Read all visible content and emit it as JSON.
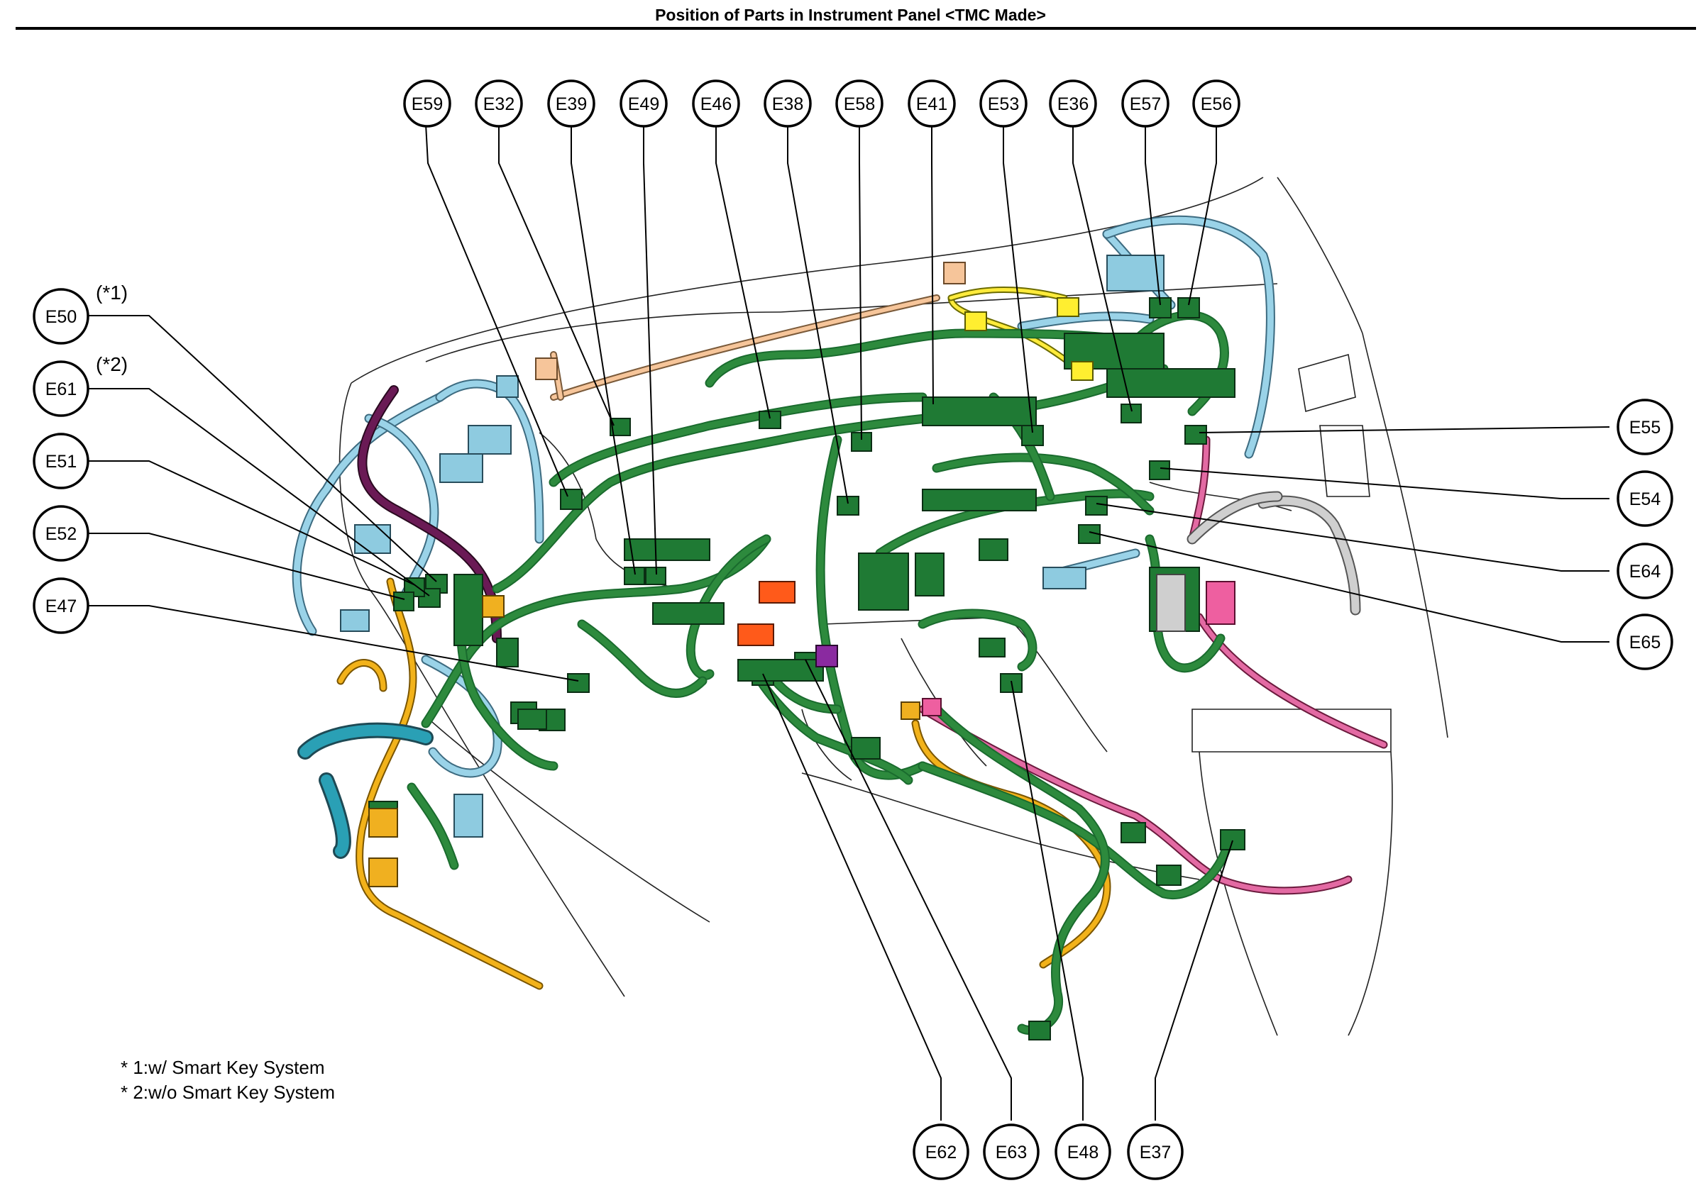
{
  "title": "Position of Parts in Instrument Panel <TMC Made>",
  "callouts": [
    {
      "id": "E59",
      "label": "E59"
    },
    {
      "id": "E32",
      "label": "E32"
    },
    {
      "id": "E39",
      "label": "E39"
    },
    {
      "id": "E49",
      "label": "E49"
    },
    {
      "id": "E46",
      "label": "E46"
    },
    {
      "id": "E38",
      "label": "E38"
    },
    {
      "id": "E58",
      "label": "E58"
    },
    {
      "id": "E41",
      "label": "E41"
    },
    {
      "id": "E53",
      "label": "E53"
    },
    {
      "id": "E36",
      "label": "E36"
    },
    {
      "id": "E57",
      "label": "E57"
    },
    {
      "id": "E56",
      "label": "E56"
    },
    {
      "id": "E50",
      "label": "E50"
    },
    {
      "id": "E61",
      "label": "E61"
    },
    {
      "id": "E51",
      "label": "E51"
    },
    {
      "id": "E52",
      "label": "E52"
    },
    {
      "id": "E47",
      "label": "E47"
    },
    {
      "id": "E55",
      "label": "E55"
    },
    {
      "id": "E54",
      "label": "E54"
    },
    {
      "id": "E64",
      "label": "E64"
    },
    {
      "id": "E65",
      "label": "E65"
    },
    {
      "id": "E62",
      "label": "E62"
    },
    {
      "id": "E63",
      "label": "E63"
    },
    {
      "id": "E48",
      "label": "E48"
    },
    {
      "id": "E37",
      "label": "E37"
    }
  ],
  "variant_marks": {
    "star1": "(*1)",
    "star2": "(*2)"
  },
  "notes": [
    "* 1:w/ Smart Key System",
    "* 2:w/o Smart Key System"
  ],
  "colors": {
    "harness_main": "#1f7a34",
    "harness_blue": "#8ecbe0",
    "harness_orange": "#f0b020",
    "harness_pink": "#ee5fa0",
    "harness_teal": "#2aa0b5",
    "connector_red": "#ff5a1a"
  }
}
